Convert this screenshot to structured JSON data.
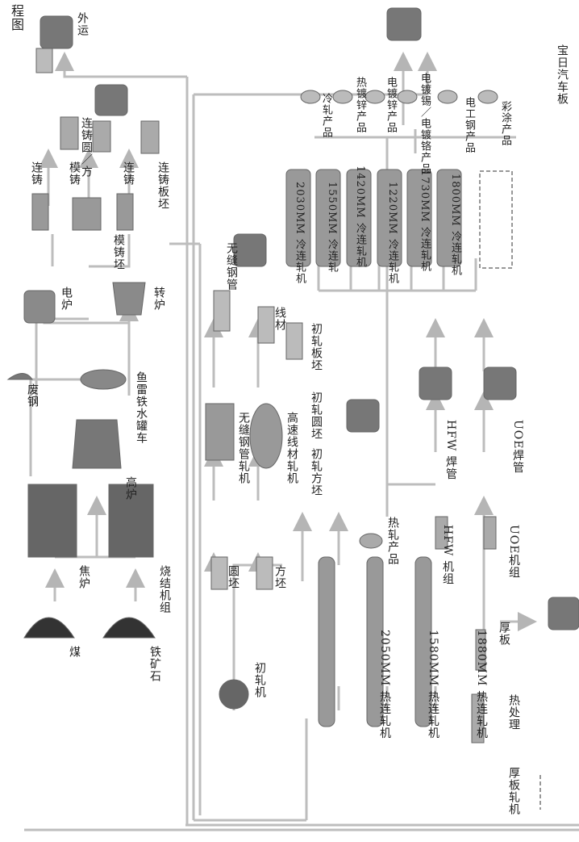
{
  "title": "程图",
  "legend": {
    "label": "宝日汽车板"
  },
  "labels": {
    "coal": "煤",
    "iron_ore": "铁矿石",
    "coke_oven": "焦炉",
    "sinter": "烧结机组",
    "blast_furnace": "高炉",
    "scrap": "废钢",
    "torpedo": "鱼雷铁水罐车",
    "electric_furnace": "电炉",
    "converter": "转炉",
    "cc1": "连铸",
    "ingot_casting": "模铸",
    "cc2": "连铸",
    "cc_round_square": "连铸圆／方",
    "ingot": "模铸坯",
    "cc_slab": "连铸板坯",
    "export": "外运",
    "blooming": "初轧机",
    "round_billet": "圆坯",
    "square_billet": "方坯",
    "seamless_mill": "无缝钢管轧机",
    "wire_mill": "高速线材轧机",
    "seamless_pipe": "无缝钢管",
    "wire": "线材",
    "bloom_square": "初轧方坯",
    "bloom_round": "初轧圆坯",
    "bloom_slab": "初轧板坯",
    "hot_2050": "2050MM 热连轧机",
    "hot_1580": "1580MM 热连轧机",
    "hot_1880": "1880MM 热连轧机",
    "hot_product": "热轧产品",
    "hfw_unit": "HFW 机组",
    "hfw_pipe": "HFW 焊管",
    "uoe_unit": "UOE机组",
    "uoe_pipe": "UOE焊管",
    "plate_mill": "厚板轧机",
    "heat_treat": "热处理",
    "plate": "厚板",
    "cold_2030": "2030MM 冷连轧机",
    "cold_1550": "1550MM 冷连轧",
    "cold_1420": "1420MM 冷连轧机",
    "cold_1220": "1220MM 冷连轧机",
    "cold_1730": "1730MM 冷连轧机",
    "cold_1800": "1800MM 冷连轧机",
    "cold_product": "冷轧产品",
    "galv_product": "热镀锌产品",
    "electro_zn": "电镀锌产品",
    "tin_cr": "电镀锡／电镀铬产品",
    "elec_steel": "电工钢产品",
    "color_coat": "彩涂产品"
  }
}
